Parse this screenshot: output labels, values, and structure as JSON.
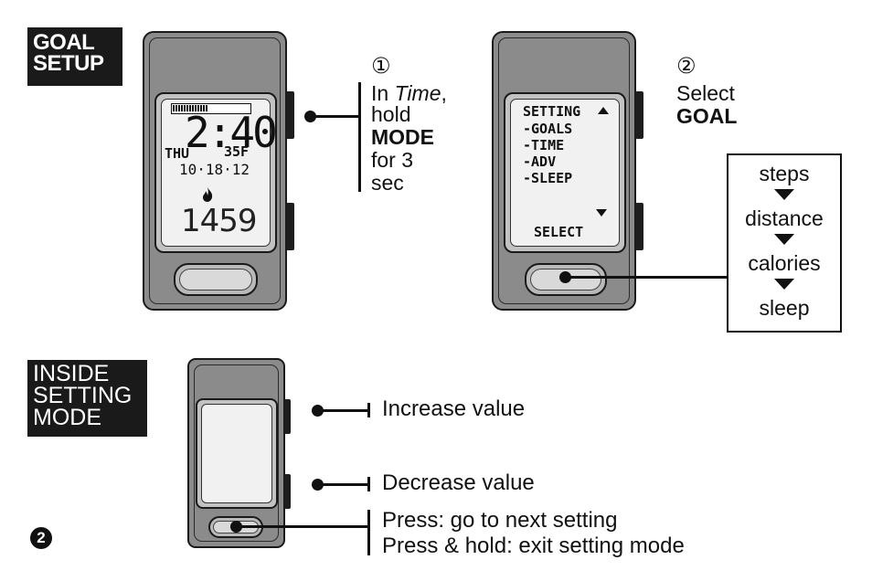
{
  "labels": {
    "goal_setup": "GOAL\nSETUP",
    "inside_setting_mode": "INSIDE\nSETTING\nMODE"
  },
  "step1": {
    "marker": "①",
    "line1_prefix": "In ",
    "line1_italic": "Time",
    "line1_suffix": ",",
    "line2": "hold",
    "line3_bold": "MODE",
    "line4": "for 3",
    "line5": "sec"
  },
  "step2": {
    "marker": "②",
    "line1": "Select",
    "line2_bold": "GOAL"
  },
  "goal_options": [
    "steps",
    "distance",
    "calories",
    "sleep"
  ],
  "device1_screen": {
    "time": "2:40",
    "day": "THU",
    "temp": "35F",
    "date": "10·18·12",
    "flame_icon": "flame-icon",
    "calories": "1459"
  },
  "device2_screen": {
    "menu": [
      "SETTING",
      "-GOALS",
      "-TIME",
      "-ADV",
      "-SLEEP"
    ],
    "select": "SELECT"
  },
  "setting_mode": {
    "upper_button": "Increase value",
    "lower_button": "Decrease value",
    "main_button_line1": "Press: go to next setting",
    "main_button_line2": "Press & hold: exit setting mode"
  },
  "page_number": "2",
  "colors": {
    "device_body": "#8b8b8b",
    "screen_bezel": "#c2c2c2",
    "label_bg": "#1a1a1a"
  }
}
